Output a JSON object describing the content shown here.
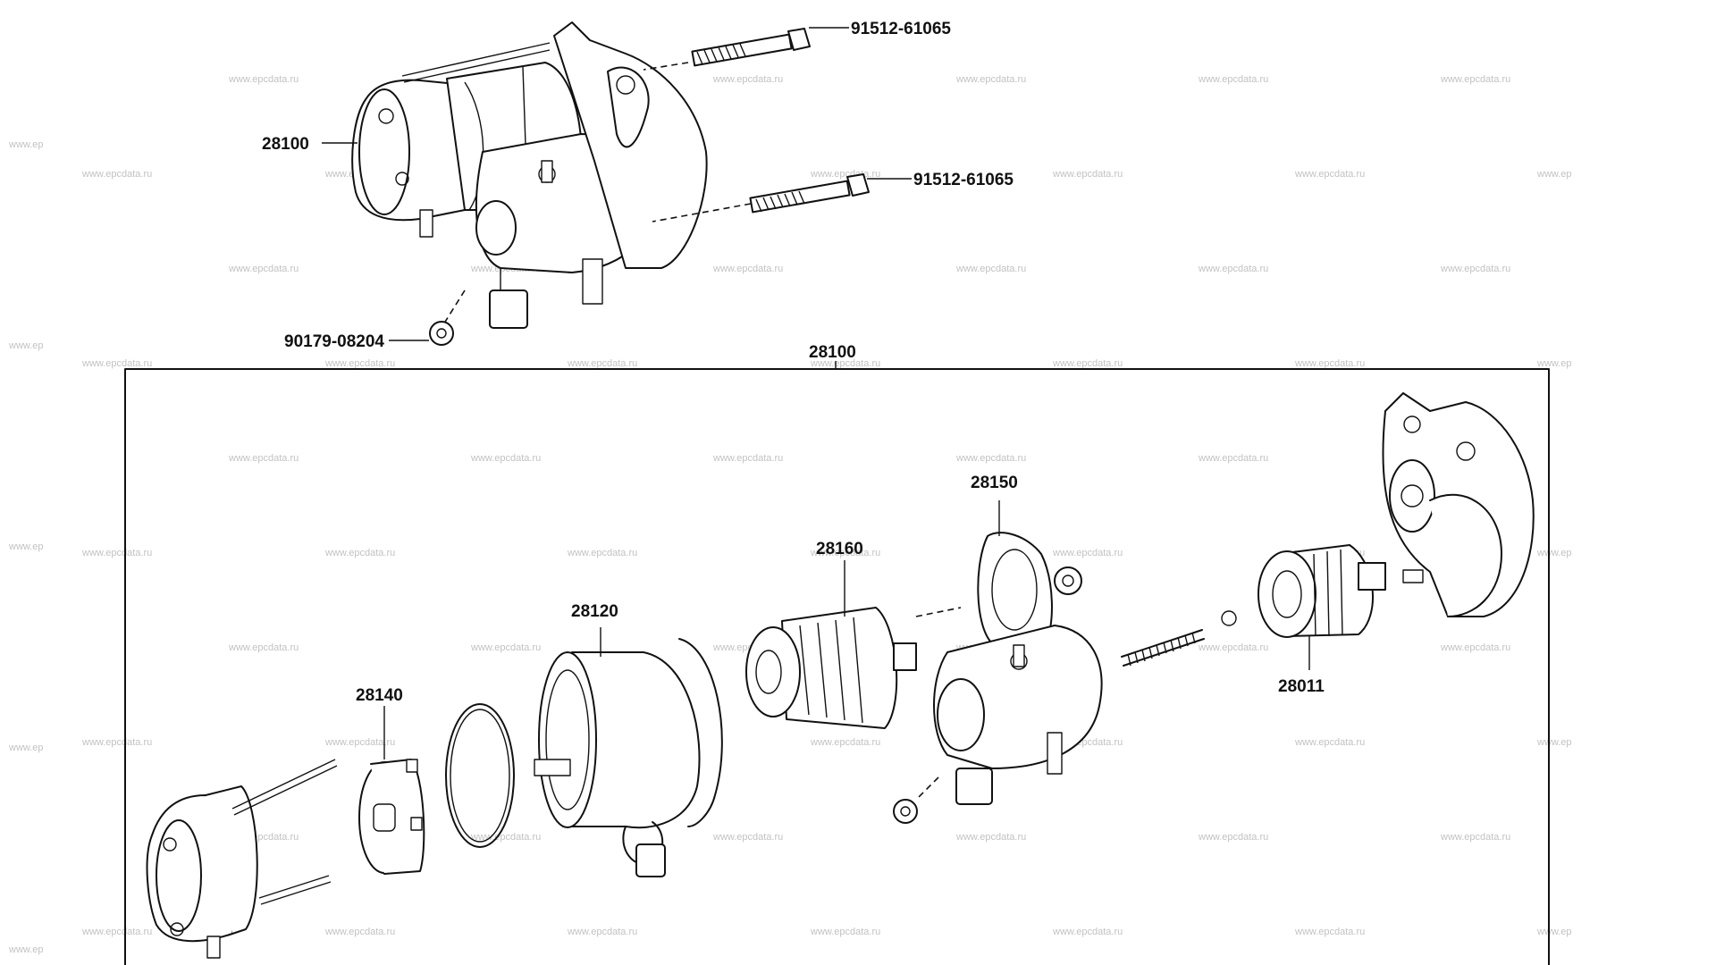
{
  "parts": {
    "assembly_top": "28100",
    "bolt_upper": "91512-61065",
    "bolt_lower": "91512-61065",
    "nut": "90179-08204",
    "assembly_box": "28100",
    "end_frame": "28140",
    "yoke": "28120",
    "armature": "28160",
    "magnetic_switch": "28150",
    "clutch": "28011"
  },
  "watermark": "www.epcdata.ru",
  "watermark_partial": "www.ep"
}
